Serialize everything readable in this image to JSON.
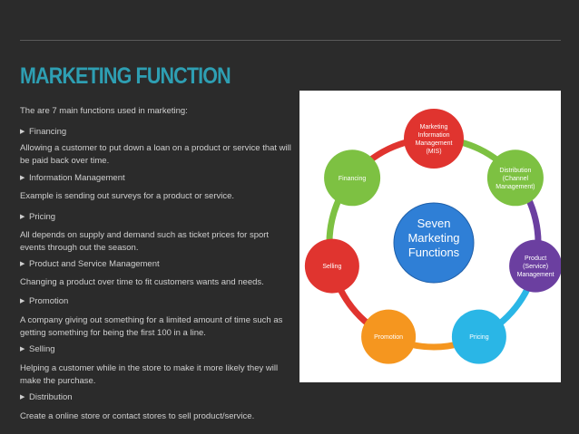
{
  "slide": {
    "title": "MARKETING FUNCTION",
    "intro": "The are 7 main functions used in marketing:",
    "items": [
      {
        "heading": "Financing",
        "text": "Allowing a customer to put down a loan on a product or service that will be paid back over time."
      },
      {
        "heading": "Information Management",
        "text": "Example is sending out surveys for a product or service."
      },
      {
        "heading": "Pricing",
        "text": "All depends on supply and demand such as ticket prices for sport events through out the season."
      },
      {
        "heading": "Product and Service Management",
        "text": "Changing a product over time to fit customers wants and needs."
      },
      {
        "heading": "Promotion",
        "text": "A company giving out something for a limited amount of time such as getting something for being the first 100 in a line."
      },
      {
        "heading": "Selling",
        "text": "Helping a customer while in the store to make it more likely they will make the purchase."
      },
      {
        "heading": "Distribution",
        "text": "Create a online store or contact stores to sell product/service."
      }
    ]
  },
  "diagram": {
    "center": [
      "Seven",
      "Marketing",
      "Functions"
    ],
    "nodes": [
      {
        "lines": [
          "Marketing",
          "Information",
          "Management",
          "(MIS)"
        ],
        "color": "#e0342f"
      },
      {
        "lines": [
          "Distribution",
          "(Channel",
          "Management)"
        ],
        "color": "#7dc142"
      },
      {
        "lines": [
          "Product",
          "(Service)",
          "Management"
        ],
        "color": "#6b3fa0"
      },
      {
        "lines": [
          "Pricing"
        ],
        "color": "#2ab6e6"
      },
      {
        "lines": [
          "Promotion"
        ],
        "color": "#f5961f"
      },
      {
        "lines": [
          "Selling"
        ],
        "color": "#e0342f"
      },
      {
        "lines": [
          "Financing"
        ],
        "color": "#7dc142"
      }
    ],
    "center_color": "#2f7fd6"
  }
}
